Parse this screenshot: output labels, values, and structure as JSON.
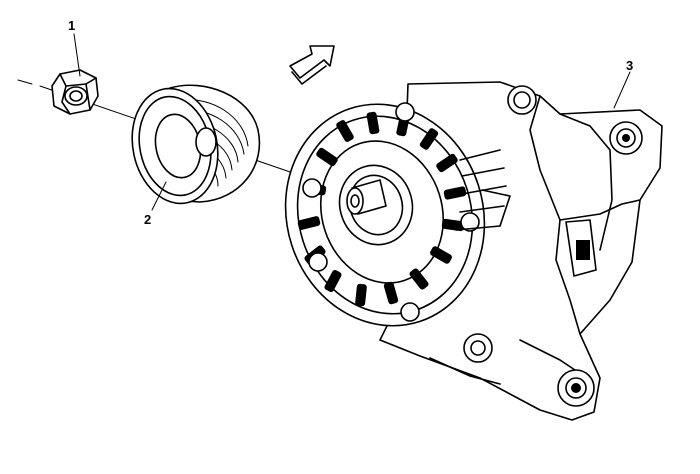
{
  "callouts": {
    "nut": "1",
    "pulley": "2",
    "generator": "3"
  },
  "colors": {
    "ink": "#000000",
    "background": "#ffffff"
  },
  "icons": {
    "direction_arrow": "outline-arrow-icon"
  }
}
